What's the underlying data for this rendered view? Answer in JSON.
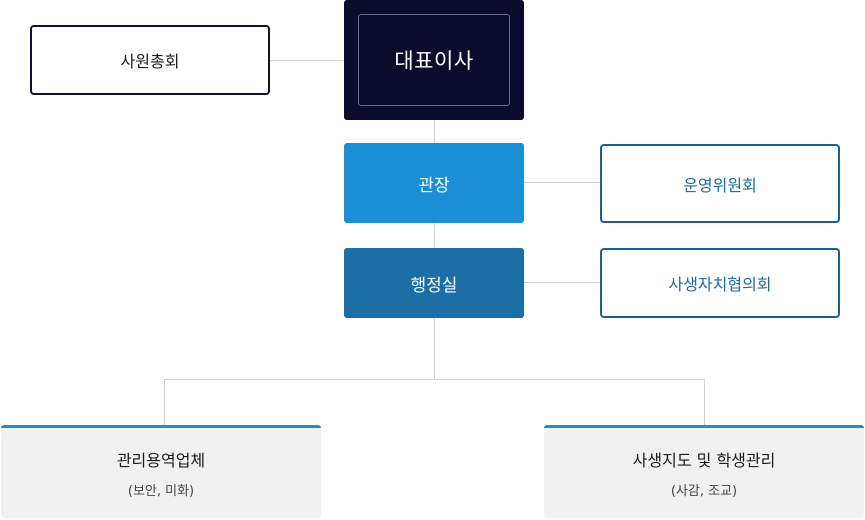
{
  "chart": {
    "general_meeting": "사원총회",
    "ceo": "대표이사",
    "director": "관장",
    "steering_committee": "운영위원회",
    "admin_office": "행정실",
    "student_council": "사생자치협의회",
    "left_unit": {
      "title": "관리용역업체",
      "sub": "(보안, 미화)"
    },
    "right_unit": {
      "title": "사생지도 및 학생관리",
      "sub": "(사감, 조교)"
    }
  },
  "colors": {
    "ceo_bg": "#0b0b2e",
    "director_bg": "#1a8fd6",
    "admin_bg": "#1b6fa6",
    "committee_border": "#1d5f8f",
    "connector": "#cfd3d8"
  }
}
